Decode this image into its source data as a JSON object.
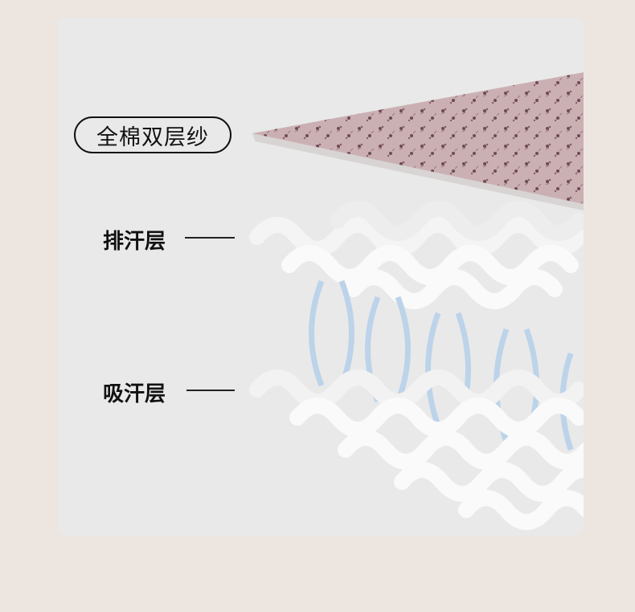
{
  "title_pill": "全棉双层纱",
  "labels": {
    "top_layer": "排汗层",
    "bottom_layer": "吸汗层"
  },
  "colors": {
    "background": "#ede5e0",
    "panel": "#e9e9e9",
    "fabric": "#c9aeb0",
    "fiber": "#bcd3ea"
  }
}
